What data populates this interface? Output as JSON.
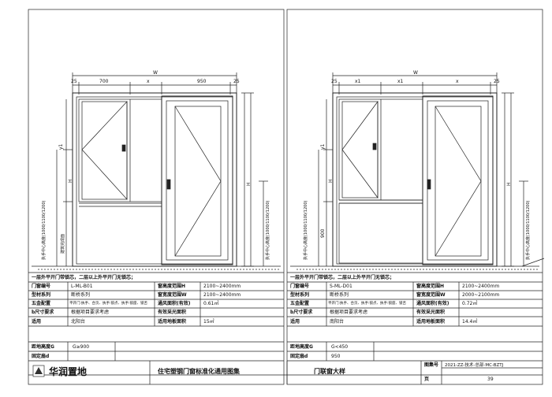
{
  "left": {
    "dims": {
      "total": "W",
      "left_margin": "25",
      "x1": "700",
      "x2": "x",
      "x3": "950",
      "right_margin": "25"
    },
    "vertical": {
      "y1": "y1",
      "h": "H",
      "h2": "H",
      "handle": "执手中心高度(1000/1100/1200)",
      "handle2": "执手中心高度(1000/1100/1200)",
      "floor": "建筑完成面"
    },
    "table": {
      "title": "一层外平开门带锁芯，二层以上外平开门无锁芯；",
      "rows": [
        {
          "k1": "门窗编号",
          "v1": "L-ML-B01",
          "k2": "窗高度范围H",
          "v2": "2100~2400mm"
        },
        {
          "k1": "型材系列",
          "v1": "断桥系列",
          "k2": "窗宽度范围W",
          "v2": "2100~2400mm"
        },
        {
          "k1": "五金配置",
          "v1": "平开门:执手、合页、执手:锁点、执手:锁座、锁舌",
          "k2": "通风面积(有效)",
          "v2": "0.61㎡"
        },
        {
          "k1": "b尺寸要求",
          "v1": "根据项目要求考虑",
          "k2": "有效采光面积",
          "v2": ""
        },
        {
          "k1": "适用",
          "v1": "北阳台",
          "k2": "适用地板面积",
          "v2": "15㎡"
        }
      ],
      "g_label": "距地高度G",
      "g_value": "G≥900",
      "d_label": "固定扇d",
      "d_value": ""
    }
  },
  "right": {
    "dims": {
      "total": "W",
      "left_margin": "25",
      "x1": "x1",
      "x2": "x1",
      "x3": "x",
      "right_margin": "25"
    },
    "vertical": {
      "y1": "y1",
      "h": "H",
      "h2": "H",
      "g": "900",
      "handle": "执手中心高度(1000/1100/1200)",
      "handle2": "执手中心高度(1000/1100/1200)"
    },
    "table": {
      "title": "一层外平开门带锁芯，二层以上外平开门无锁芯；",
      "rows": [
        {
          "k1": "门窗编号",
          "v1": "S-ML-D01",
          "k2": "窗高度范围H",
          "v2": "2100~2400mm"
        },
        {
          "k1": "型材系列",
          "v1": "断桥系列",
          "k2": "窗宽度范围W",
          "v2": "2000~2100mm"
        },
        {
          "k1": "五金配置",
          "v1": "平开门:执手、合页、执手:锁点、执手:锁座、锁舌",
          "k2": "通风面积(有效)",
          "v2": "0.72㎡"
        },
        {
          "k1": "b尺寸要求",
          "v1": "根据项目要求考虑",
          "k2": "有效采光面积",
          "v2": ""
        },
        {
          "k1": "适用",
          "v1": "南阳台",
          "k2": "适用地板面积",
          "v2": "14.4㎡"
        }
      ],
      "g_label": "距地高度G",
      "g_value": "G<450",
      "d_label": "固定扇d",
      "d_value": "950"
    }
  },
  "footer": {
    "logo": "华润置地",
    "atlas": "住宅塑钢门窗标准化通用图集",
    "sheet": "门联窗大样",
    "drawing_no_label": "图集号",
    "drawing_no": "2021-ZZ-技术-总部-MC-BZTJ",
    "page_label": "页",
    "page": "39"
  }
}
